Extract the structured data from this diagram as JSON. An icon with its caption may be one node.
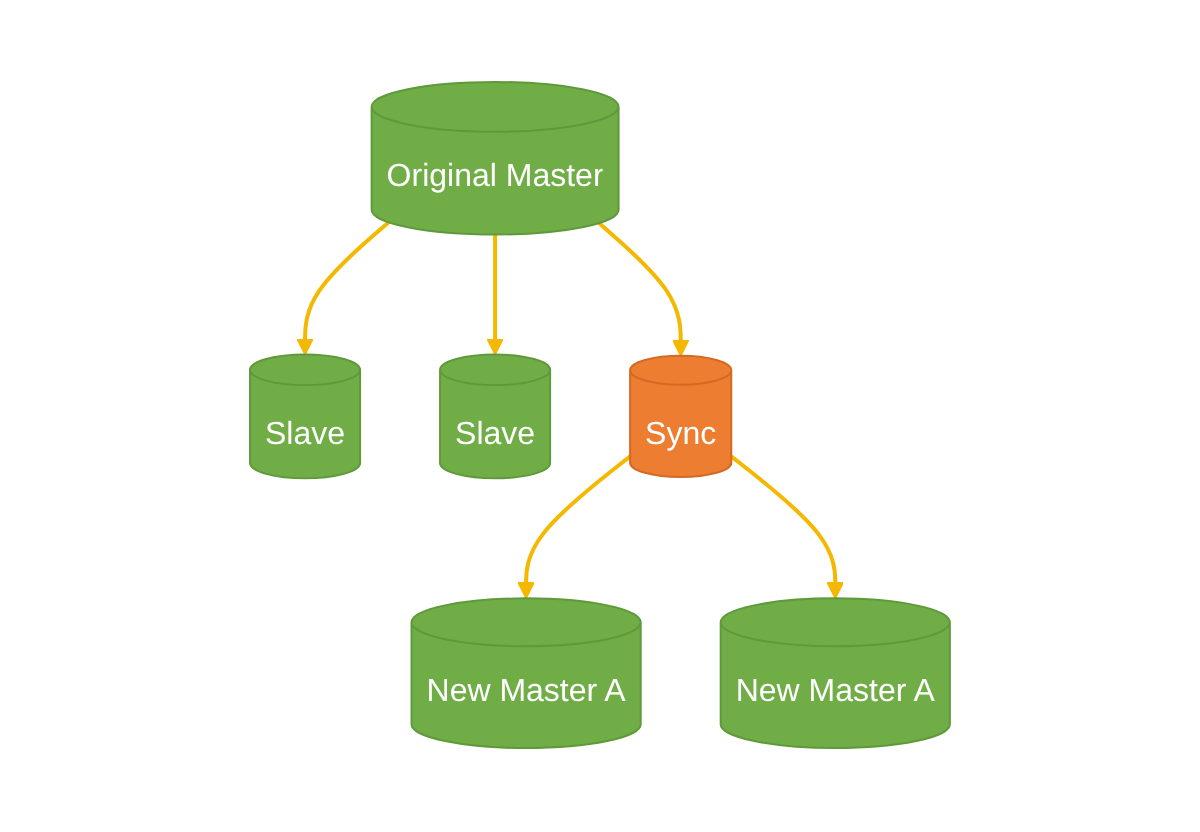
{
  "diagram": {
    "nodes": [
      {
        "text": [
          "Original  Master"
        ]
      },
      {
        "text": [
          "Slave"
        ]
      },
      {
        "text": [
          "Slave"
        ]
      },
      {
        "text": [
          "Sync"
        ]
      },
      {
        "text": [
          "New Master A"
        ]
      },
      {
        "text": [
          "New Master A"
        ]
      }
    ],
    "edges": [
      {
        "from": 0,
        "to": 1,
        "arrow": "to"
      },
      {
        "from": 0,
        "to": 2,
        "arrow": "to"
      },
      {
        "from": 0,
        "to": 3,
        "arrow": "to"
      },
      {
        "from": 3,
        "to": 4,
        "arrow": "to"
      },
      {
        "from": 3,
        "to": 5,
        "arrow": "to"
      }
    ]
  }
}
